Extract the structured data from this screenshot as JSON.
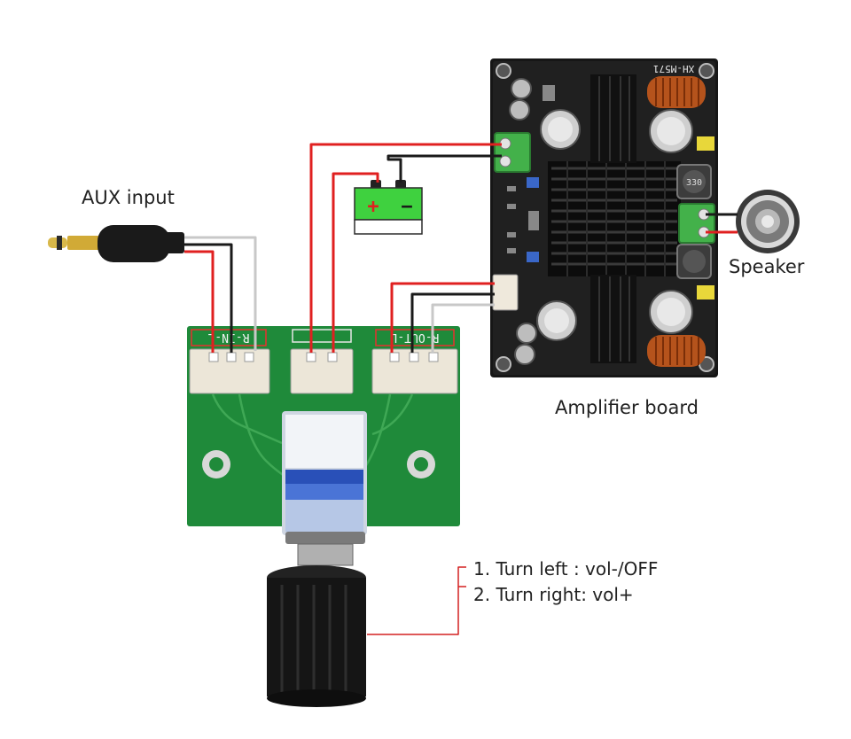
{
  "labels": {
    "aux_input": "AUX input",
    "speaker": "Speaker",
    "amplifier_board": "Amplifier board",
    "instructions": [
      "1. Turn left : vol-/OFF",
      "2. Turn right: vol+"
    ]
  },
  "board_silkscreen": {
    "input": "R-IN-L",
    "output": "R-OUT-L",
    "model": "XH-M571"
  },
  "battery": {
    "plus": "+",
    "minus": "−"
  },
  "inductor_marking": "330",
  "colors": {
    "wire_red": "#e02020",
    "wire_black": "#1a1a1a",
    "wire_gray": "#c8c8c8",
    "pcb_green": "#1f8a3a",
    "amp_board": "#1a1a1a",
    "battery_green": "#3fd13f",
    "callout_red": "#d42020"
  }
}
